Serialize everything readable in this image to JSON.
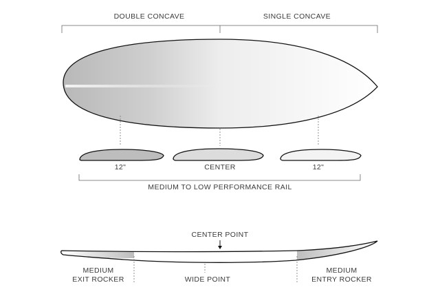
{
  "top_labels": {
    "double_concave": "DOUBLE CONCAVE",
    "single_concave": "SINGLE CONCAVE"
  },
  "rails": {
    "left": "12\"",
    "center": "CENTER",
    "right": "12\""
  },
  "rail_caption": "MEDIUM TO LOW PERFORMANCE RAIL",
  "profile": {
    "center_point": "CENTER POINT",
    "exit_rocker_line1": "MEDIUM",
    "exit_rocker_line2": "EXIT ROCKER",
    "wide_point": "WIDE POINT",
    "entry_rocker_line1": "MEDIUM",
    "entry_rocker_line2": "ENTRY ROCKER"
  },
  "colors": {
    "outline": "#111111",
    "shade_dark": "#b5b5b5",
    "shade_light": "#ffffff",
    "text": "#3a3a3a"
  }
}
